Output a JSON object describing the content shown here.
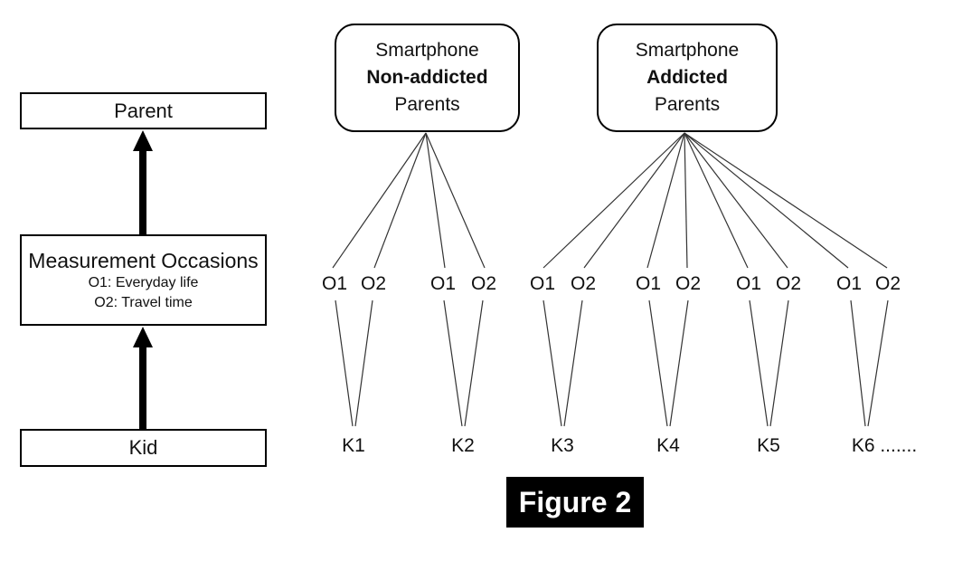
{
  "figure": {
    "caption": "Figure 2"
  },
  "hierarchy_panel": {
    "parent_label": "Parent",
    "measurement": {
      "title": "Measurement Occasions",
      "items": [
        "O1: Everyday life",
        "O2: Travel time"
      ]
    },
    "kid_label": "Kid"
  },
  "parent_groups": [
    {
      "line1": "Smartphone",
      "line2": "Non-addicted",
      "line3": "Parents"
    },
    {
      "line1": "Smartphone",
      "line2": "Addicted",
      "line3": "Parents"
    }
  ],
  "occasion_pairs": [
    {
      "o1": "O1",
      "o2": "O2"
    },
    {
      "o1": "O1",
      "o2": "O2"
    },
    {
      "o1": "O1",
      "o2": "O2"
    },
    {
      "o1": "O1",
      "o2": "O2"
    },
    {
      "o1": "O1",
      "o2": "O2"
    },
    {
      "o1": "O1",
      "o2": "O2"
    }
  ],
  "kids": [
    "K1",
    "K2",
    "K3",
    "K4",
    "K5",
    "K6 ......."
  ],
  "colors": {
    "background": "#ffffff",
    "line": "#333333",
    "box_border": "#000000",
    "arrow": "#000000",
    "caption_bg": "#000000",
    "caption_text": "#ffffff"
  }
}
